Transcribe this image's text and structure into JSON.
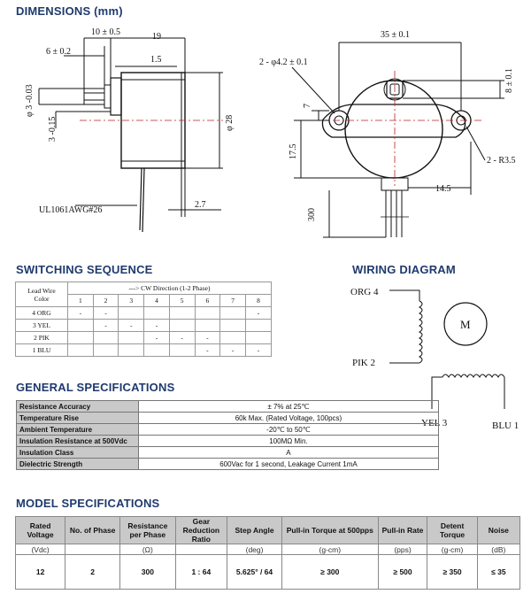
{
  "headings": {
    "dimensions": "DIMENSIONS (mm)",
    "switching": "SWITCHING SEQUENCE",
    "wiring": "WIRING DIAGRAM",
    "general": "GENERAL SPECIFICATIONS",
    "model": "MODEL SPECIFICATIONS"
  },
  "dimensions": {
    "d10": "10 ± 0.5",
    "d19": "19",
    "d6": "6 ± 0.2",
    "d15": "1.5",
    "dphi3": "φ 3 -0.03",
    "d3": "3 -0.15",
    "dphi28": "φ 28",
    "cable": "UL1061AWG#26",
    "d27": "2.7",
    "d35": "35 ± 0.1",
    "holes": "2 - φ4.2 ± 0.1",
    "d7": "7",
    "d8": "8 ± 0.1",
    "d175": "17.5",
    "r35": "2 - R3.5",
    "d145": "14.5",
    "d300": "300"
  },
  "switching": {
    "lead_label_1": "Lead Wire",
    "lead_label_2": "Color",
    "direction": "---> CW Direction (1-2 Phase)",
    "steps": [
      "1",
      "2",
      "3",
      "4",
      "5",
      "6",
      "7",
      "8"
    ],
    "rows": [
      {
        "color": "4 ORG",
        "cells": [
          "-",
          "-",
          "",
          "",
          "",
          "",
          "",
          "-"
        ]
      },
      {
        "color": "3 YEL",
        "cells": [
          "",
          "-",
          "-",
          "-",
          "",
          "",
          "",
          ""
        ]
      },
      {
        "color": "2 PIK",
        "cells": [
          "",
          "",
          "",
          "-",
          "-",
          "-",
          "",
          ""
        ]
      },
      {
        "color": "1 BLU",
        "cells": [
          "",
          "",
          "",
          "",
          "",
          "-",
          "-",
          "-"
        ]
      }
    ]
  },
  "wiring": {
    "org": "ORG 4",
    "pik": "PIK 2",
    "motor": "M",
    "yel": "YEL 3",
    "blu": "BLU 1"
  },
  "general_specs": [
    {
      "key": "Resistance Accuracy",
      "value": "± 7% at 25℃"
    },
    {
      "key": "Temperature Rise",
      "value": "60k Max. (Rated Voltage, 100pcs)"
    },
    {
      "key": "Ambient Temperature",
      "value": "-20℃ to 50℃"
    },
    {
      "key": "Insulation Resistance at 500Vdc",
      "value": "100MΩ Min."
    },
    {
      "key": "Insulation Class",
      "value": "A"
    },
    {
      "key": "Dielectric Strength",
      "value": "600Vac for 1 second, Leakage Current 1mA"
    }
  ],
  "model_specs": {
    "headers": [
      [
        "Rated",
        "Voltage"
      ],
      [
        "No. of Phase",
        ""
      ],
      [
        "Resistance",
        "per Phase"
      ],
      [
        "Gear",
        "Reduction",
        "Ratio"
      ],
      [
        "Step Angle",
        ""
      ],
      [
        "Pull-in Torque at 500pps",
        ""
      ],
      [
        "Pull-in Rate",
        ""
      ],
      [
        "Detent",
        "Torque"
      ],
      [
        "Noise",
        ""
      ]
    ],
    "units": [
      "(Vdc)",
      "",
      "(Ω)",
      "",
      "(deg)",
      "(g-cm)",
      "(pps)",
      "(g-cm)",
      "(dB)"
    ],
    "values": [
      "12",
      "2",
      "300",
      "1 : 64",
      "5.625° / 64",
      "≥ 300",
      "≥ 500",
      "≥ 350",
      "≤ 35"
    ]
  }
}
